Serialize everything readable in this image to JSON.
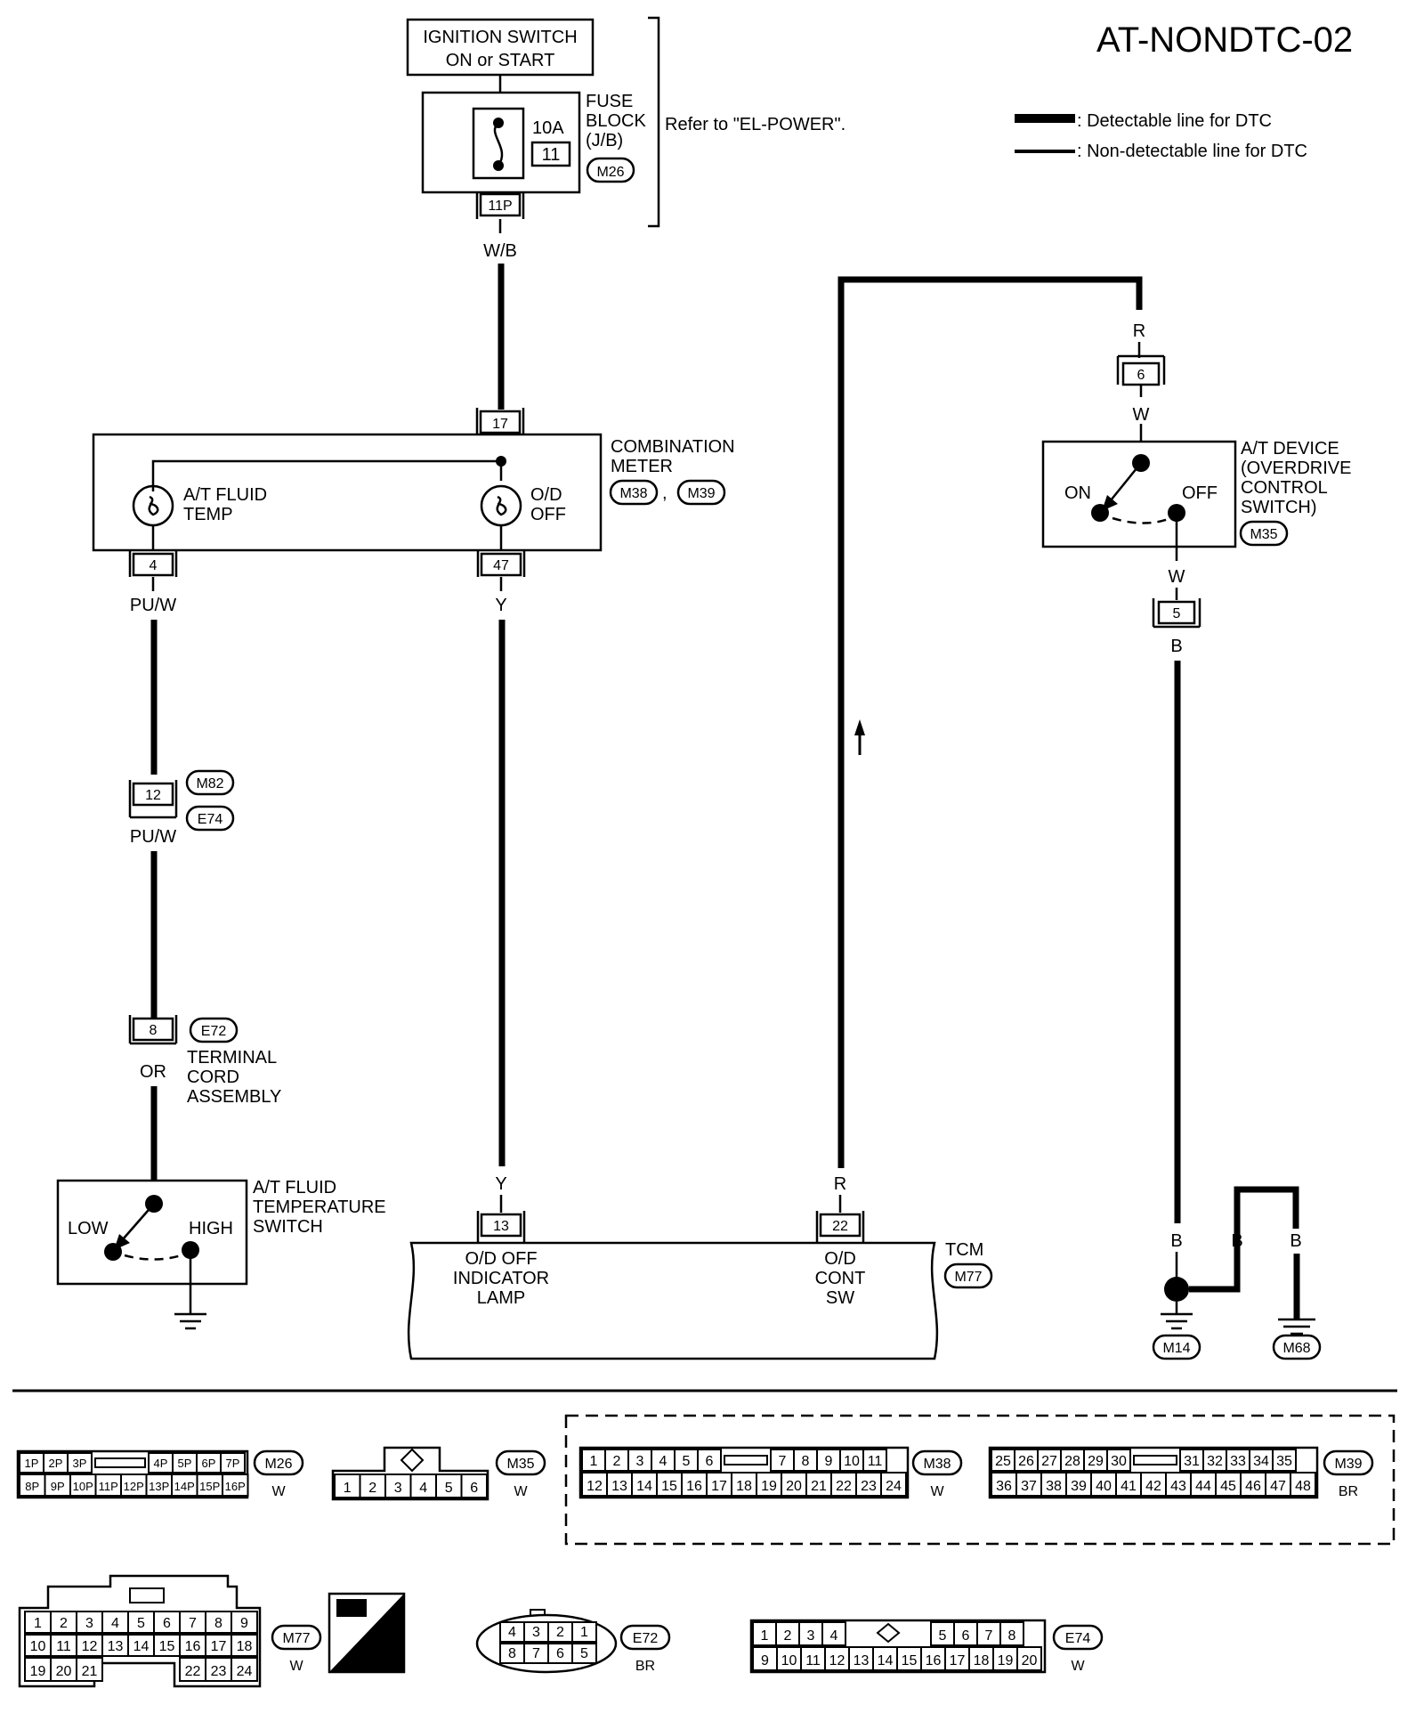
{
  "page_title": "AT-NONDTC-02",
  "legend": {
    "detectable": ": Detectable line for DTC",
    "non_detectable": ": Non-detectable line for DTC"
  },
  "ignition_switch": [
    "IGNITION SWITCH",
    "ON or START"
  ],
  "fuse_block": {
    "label": [
      "FUSE",
      "BLOCK",
      "(J/B)"
    ],
    "amp": "10A",
    "fuse_no": "11",
    "connector": "M26",
    "terminal": "11P",
    "refer": "Refer to \"EL-POWER\"."
  },
  "wires": {
    "wb": "W/B",
    "puw1": "PU/W",
    "puw2": "PU/W",
    "or": "OR",
    "y1": "Y",
    "y2": "Y",
    "r1": "R",
    "r2": "R",
    "w1": "W",
    "w2": "W",
    "b1": "B",
    "b2": "B",
    "b3": "B",
    "b4": "B"
  },
  "combination_meter": {
    "label": [
      "COMBINATION",
      "METER"
    ],
    "conn_a": "M38",
    "conn_b": "M39",
    "sep": ",",
    "at_fluid_temp": [
      "A/T FLUID",
      "TEMP"
    ],
    "od_off": [
      "O/D",
      "OFF"
    ],
    "terminals": {
      "top": "17",
      "left": "4",
      "right": "47"
    }
  },
  "joint": {
    "terminal": "12",
    "conn_a": "M82",
    "conn_b": "E74"
  },
  "terminal_cord": {
    "terminal": "8",
    "connector": "E72",
    "label": [
      "TERMINAL",
      "CORD",
      "ASSEMBLY"
    ]
  },
  "temp_switch": {
    "label": [
      "A/T FLUID",
      "TEMPERATURE",
      "SWITCH"
    ],
    "low": "LOW",
    "high": "HIGH"
  },
  "tcm": {
    "label": "TCM",
    "connector": "M77",
    "t13": "13",
    "t22": "22",
    "od_off_lamp": [
      "O/D OFF",
      "INDICATOR",
      "LAMP"
    ],
    "od_cont_sw": [
      "O/D",
      "CONT",
      "SW"
    ]
  },
  "at_device": {
    "label": [
      "A/T DEVICE",
      "(OVERDRIVE",
      "CONTROL",
      "SWITCH)"
    ],
    "connector": "M35",
    "on": "ON",
    "off": "OFF",
    "t_top": "6",
    "t_bottom": "5"
  },
  "grounds": {
    "g1": "M14",
    "g2": "M68"
  },
  "connectors": {
    "m26": {
      "id": "M26",
      "color": "W",
      "row1": [
        "1P",
        "2P",
        "3P",
        "",
        "4P",
        "5P",
        "6P",
        "7P"
      ],
      "row2": [
        "8P",
        "9P",
        "10P",
        "11P",
        "12P",
        "13P",
        "14P",
        "15P",
        "16P"
      ]
    },
    "m35": {
      "id": "M35",
      "color": "W",
      "row": [
        "1",
        "2",
        "3",
        "4",
        "5",
        "6"
      ]
    },
    "m38": {
      "id": "M38",
      "color": "W",
      "row1": [
        "1",
        "2",
        "3",
        "4",
        "5",
        "6",
        "",
        "7",
        "8",
        "9",
        "10",
        "11"
      ],
      "row2": [
        "12",
        "13",
        "14",
        "15",
        "16",
        "17",
        "18",
        "19",
        "20",
        "21",
        "22",
        "23",
        "24"
      ]
    },
    "m39": {
      "id": "M39",
      "color": "BR",
      "row1": [
        "25",
        "26",
        "27",
        "28",
        "29",
        "30",
        "",
        "31",
        "32",
        "33",
        "34",
        "35"
      ],
      "row2": [
        "36",
        "37",
        "38",
        "39",
        "40",
        "41",
        "42",
        "43",
        "44",
        "45",
        "46",
        "47",
        "48"
      ]
    },
    "m77": {
      "id": "M77",
      "color": "W",
      "hs": "H.S.",
      "row1": [
        "1",
        "2",
        "3",
        "4",
        "5",
        "6",
        "7",
        "8",
        "9"
      ],
      "row2": [
        "10",
        "11",
        "12",
        "13",
        "14",
        "15",
        "16",
        "17",
        "18"
      ],
      "row3": [
        "19",
        "20",
        "21",
        "",
        "",
        "",
        "22",
        "23",
        "24"
      ]
    },
    "e72": {
      "id": "E72",
      "color": "BR",
      "row1": [
        "4",
        "3",
        "2",
        "1"
      ],
      "row2": [
        "8",
        "7",
        "6",
        "5"
      ]
    },
    "e74": {
      "id": "E74",
      "color": "W",
      "row1": [
        "1",
        "2",
        "3",
        "4",
        "",
        "5",
        "6",
        "7",
        "8"
      ],
      "row2": [
        "9",
        "10",
        "11",
        "12",
        "13",
        "14",
        "15",
        "16",
        "17",
        "18",
        "19",
        "20"
      ]
    }
  }
}
